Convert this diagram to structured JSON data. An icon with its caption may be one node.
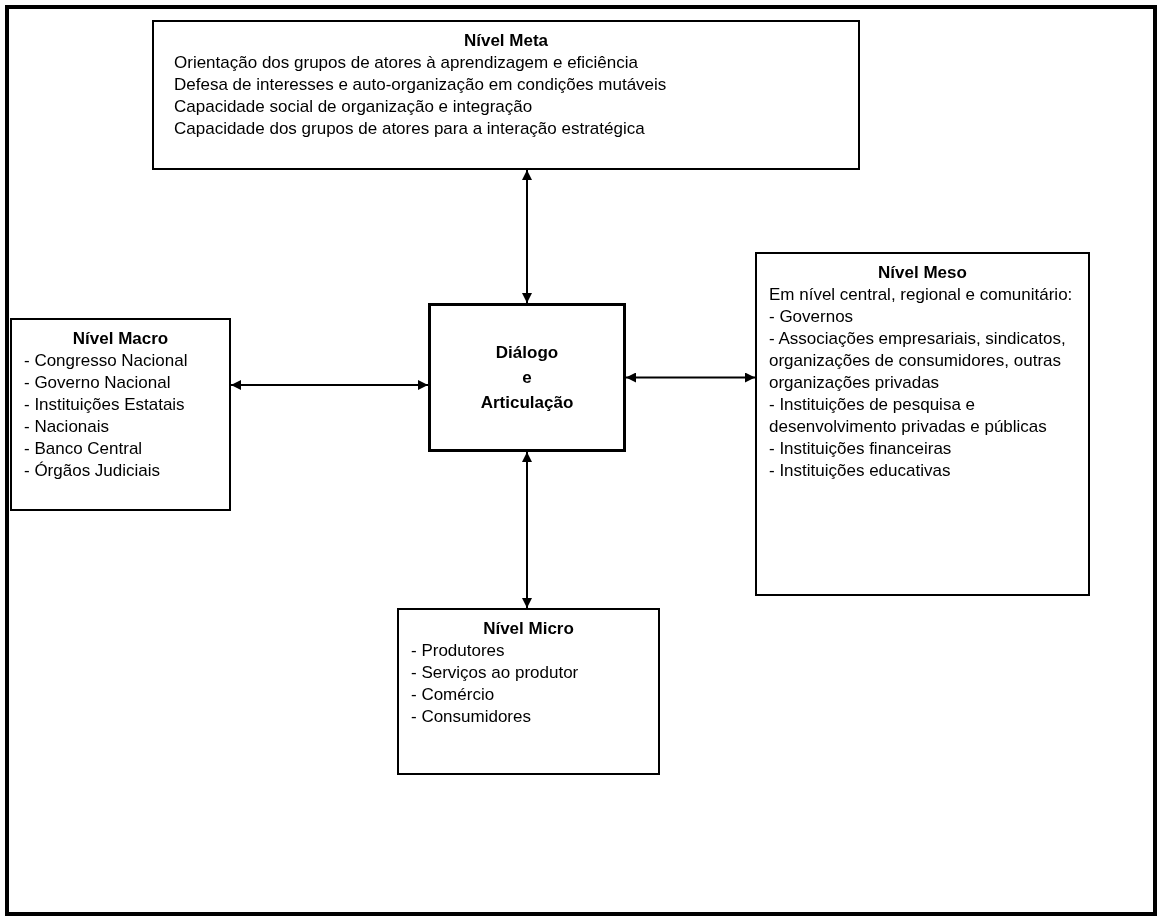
{
  "diagram": {
    "nodes": [
      {
        "text": [
          "Nível Meta",
          "Orientação dos grupos de atores à aprendizagem e eficiência",
          "Defesa de interesses e auto-organização em condições mutáveis",
          "Capacidade social de organização e integração",
          "Capacidade dos grupos de atores para a interação estratégica"
        ]
      },
      {
        "text": [
          "Nível Macro",
          "- Congresso Nacional",
          "- Governo Nacional",
          "- Instituições Estatais",
          "- Nacionais",
          "- Banco Central",
          "- Órgãos Judiciais"
        ]
      },
      {
        "text": [
          "Diálogo",
          "e",
          "Articulação"
        ]
      },
      {
        "text": [
          "Nível Meso",
          "Em nível central, regional e comunitário:",
          "- Governos",
          "- Associações empresariais, sindicatos, organizações de consumidores, outras organizações privadas",
          "- Instituições de pesquisa e desenvolvimento privadas e públicas",
          "- Instituições financeiras",
          "- Instituições educativas"
        ]
      },
      {
        "text": [
          "Nível Micro",
          "- Produtores",
          "- Serviços ao produtor",
          "- Comércio",
          "- Consumidores"
        ]
      }
    ],
    "edges": [
      {
        "from": 0,
        "to": 2,
        "arrow": "both"
      },
      {
        "from": 1,
        "to": 2,
        "arrow": "both"
      },
      {
        "from": 2,
        "to": 3,
        "arrow": "both"
      },
      {
        "from": 2,
        "to": 4,
        "arrow": "both"
      }
    ]
  }
}
